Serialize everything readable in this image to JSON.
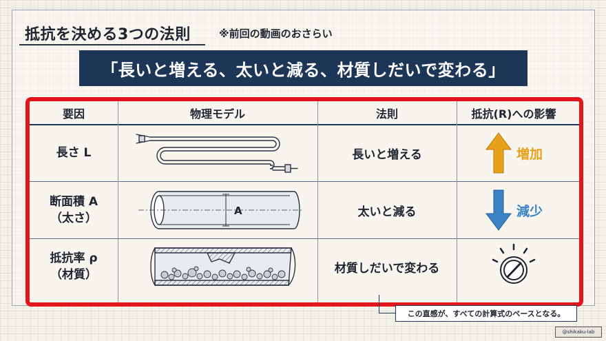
{
  "title": "抵抗を決める3つの法則",
  "subtitle": "※前回の動画のおさらい",
  "banner": "「長いと増える、太いと減る、材質しだいで変わる」",
  "table": {
    "headers": [
      "要因",
      "物理モデル",
      "法則",
      "抵抗(R)への影響"
    ],
    "rows": [
      {
        "factor_line1": "長さ L",
        "factor_line2": "",
        "law": "長いと増える",
        "effect": "増加",
        "effect_icon": "arrow-up-icon",
        "model_icon": "coiled-wire-icon"
      },
      {
        "factor_line1": "断面積 A",
        "factor_line2": "（太さ）",
        "law": "太いと減る",
        "effect": "減少",
        "effect_icon": "arrow-down-icon",
        "model_icon": "tube-cross-section-icon",
        "model_label": "A"
      },
      {
        "factor_line1": "抵抗率 ρ",
        "factor_line2": "（材質）",
        "law": "材質しだいで変わる",
        "effect": "",
        "effect_icon": "dial-knob-icon",
        "model_icon": "material-filled-tube-icon"
      }
    ]
  },
  "colors": {
    "banner": "#1d3557",
    "highlight_border": "#e3141b",
    "increase": "#e8a11a",
    "decrease": "#3a82c4"
  },
  "note": "この直感が、すべての計算式のベースとなる。",
  "credit": "@shikaku-lab"
}
